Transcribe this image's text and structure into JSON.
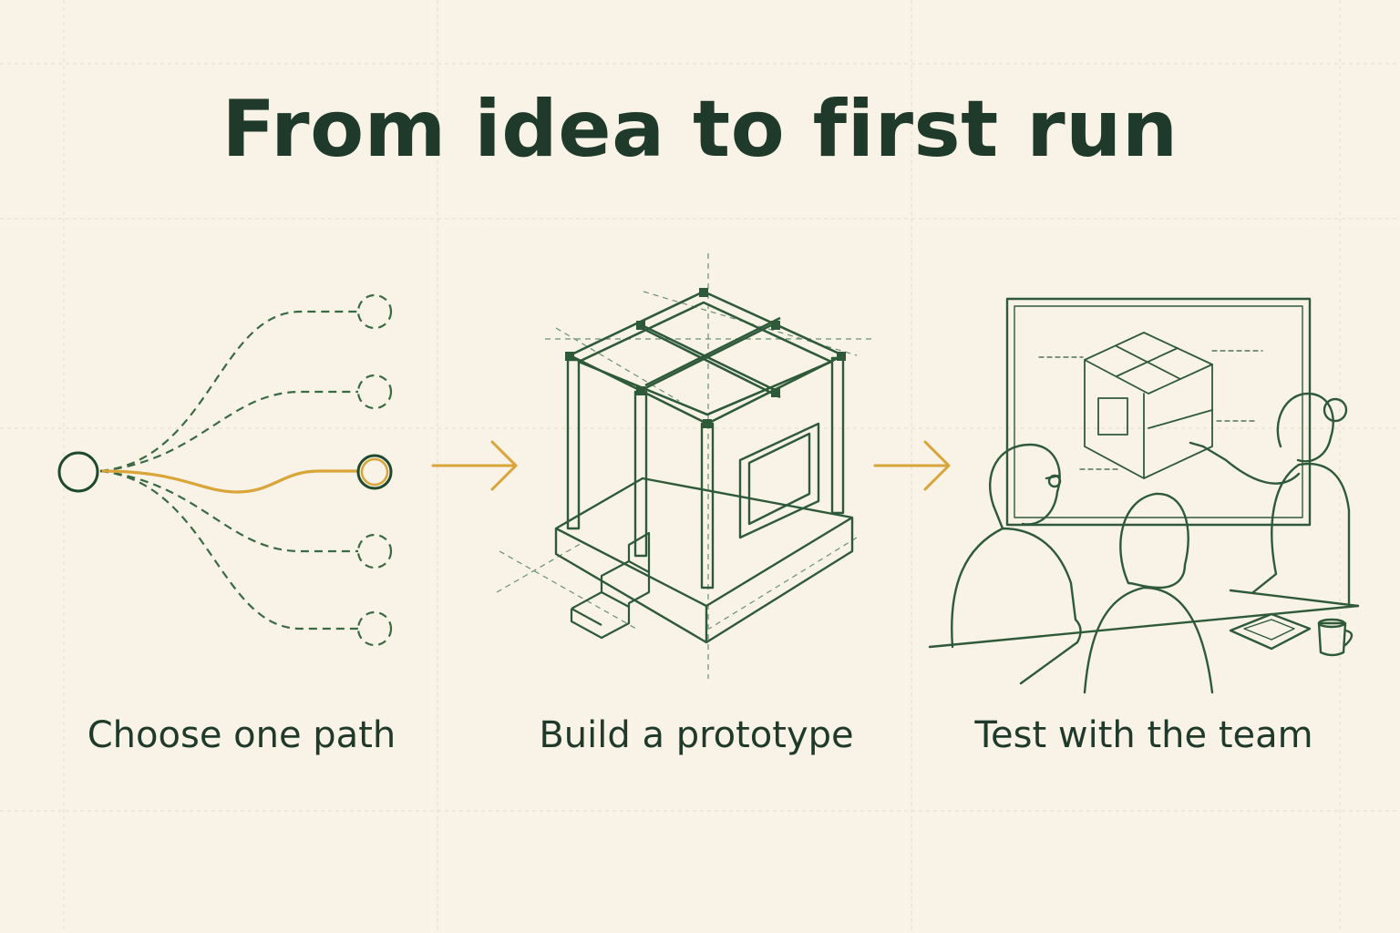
{
  "title": "From idea to first run",
  "steps": [
    {
      "label": "Choose one path",
      "icon": "branching-paths-icon"
    },
    {
      "label": "Build a prototype",
      "icon": "cube-frame-icon"
    },
    {
      "label": "Test with the team",
      "icon": "team-review-icon"
    }
  ],
  "colors": {
    "background": "#f8f3e6",
    "ink": "#1f3a2a",
    "line": "#2f5a3a",
    "accent": "#d9a53a",
    "grid": "#e5dfcf"
  }
}
